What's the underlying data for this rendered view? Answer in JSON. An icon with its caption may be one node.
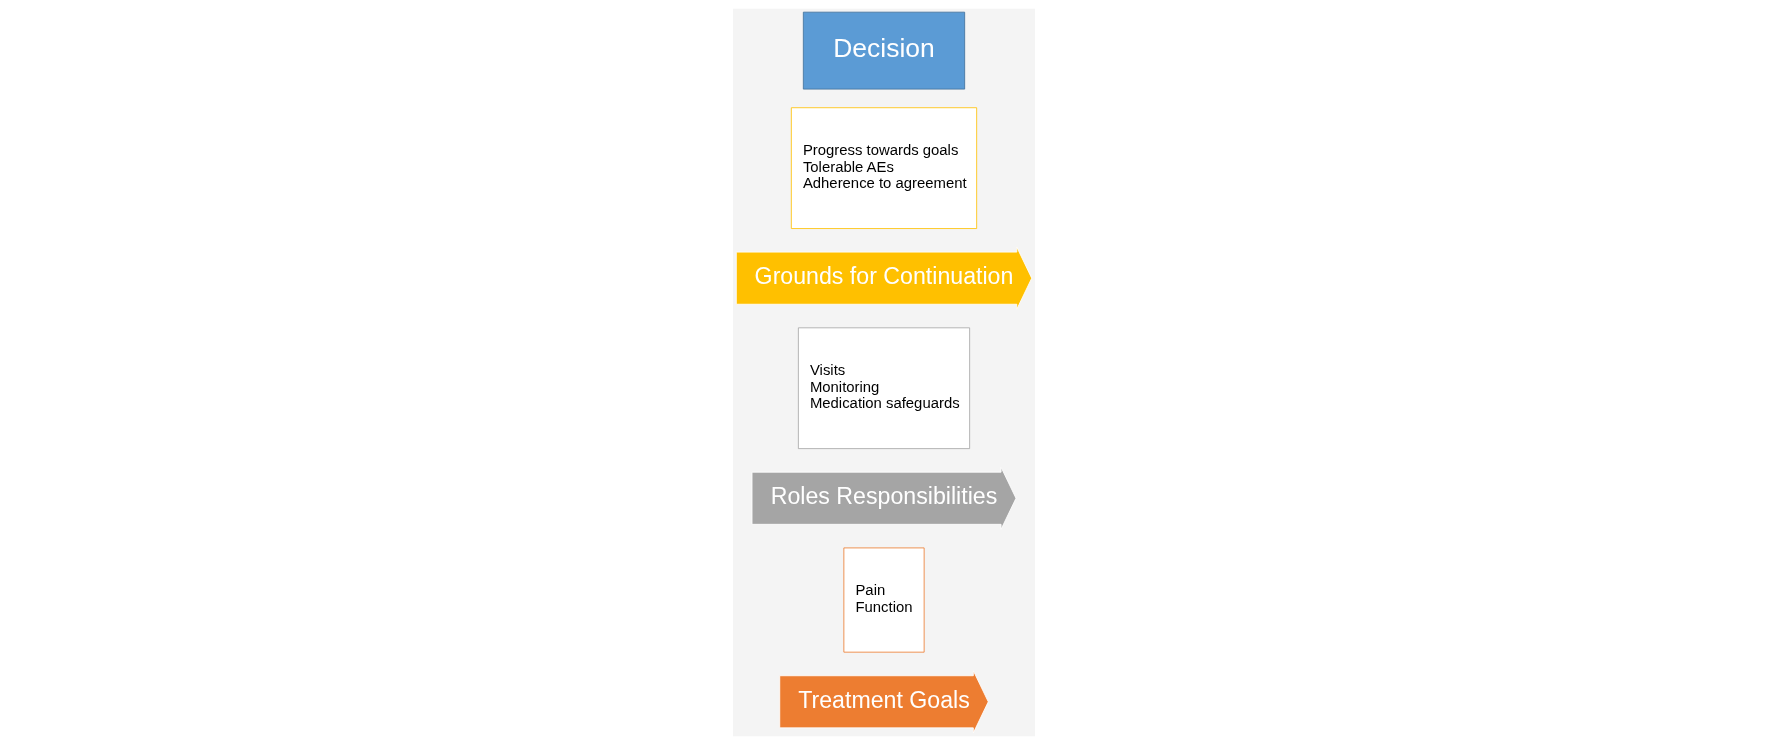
{
  "diagram": {
    "nodes": [
      {
        "text": [
          "Treatment Goals"
        ]
      },
      {
        "text": [
          "Pain",
          "Function"
        ]
      },
      {
        "text": [
          "Roles Responsibilities"
        ]
      },
      {
        "text": [
          "Visits",
          "Monitoring",
          "Medication safeguards"
        ]
      },
      {
        "text": [
          "Grounds for Continuation"
        ]
      },
      {
        "text": [
          "Progress towards goals",
          "Tolerable AEs",
          "Adherence to agreement"
        ]
      },
      {
        "text": [
          "Decision"
        ]
      }
    ]
  }
}
